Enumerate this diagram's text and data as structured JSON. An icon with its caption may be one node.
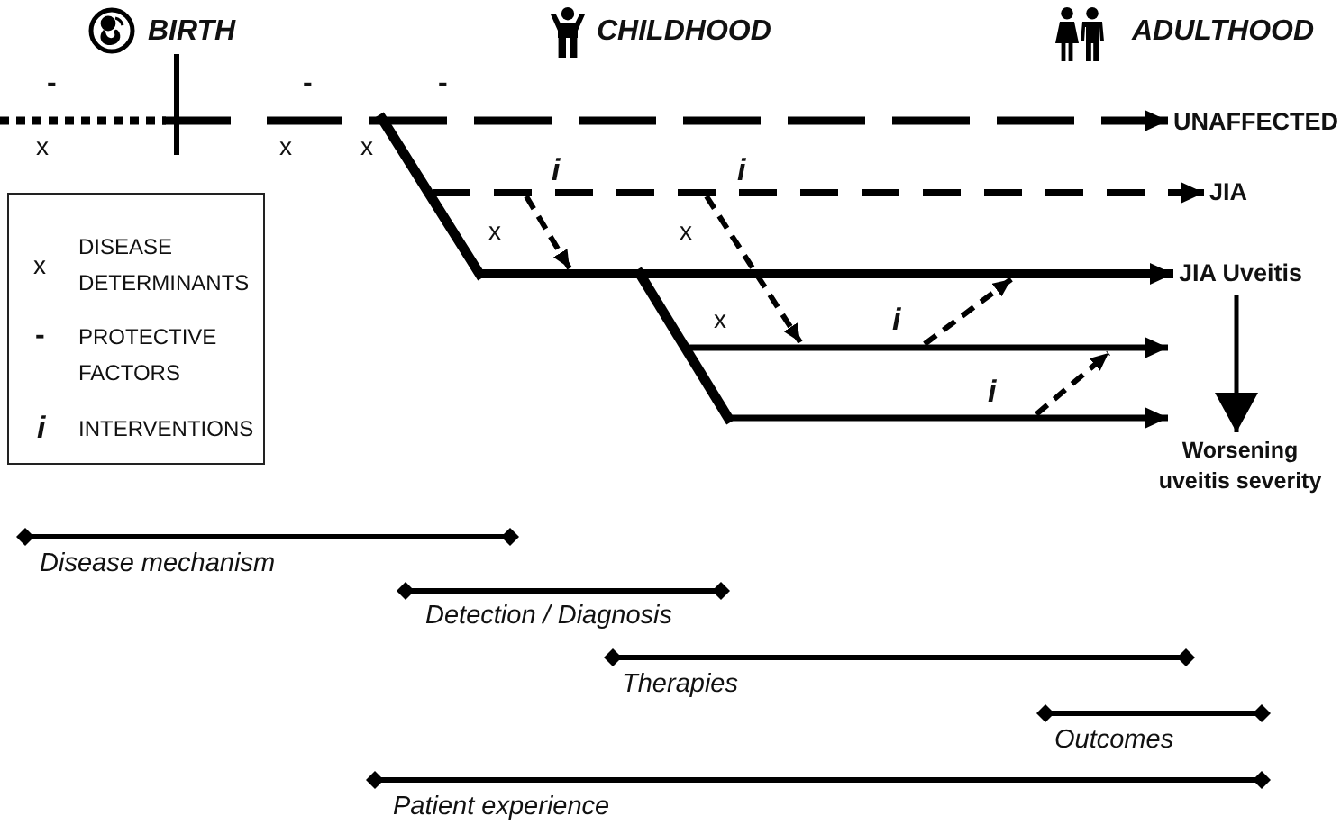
{
  "diagram": {
    "nodes": [
      {
        "text": [
          "UNAFFECTED"
        ]
      },
      {
        "text": [
          "JIA"
        ]
      },
      {
        "text": [
          "JIA Uveitis"
        ]
      },
      {
        "text": [
          "Worsening uveitis severity"
        ]
      }
    ],
    "edges": [
      {
        "from": null,
        "to": 0,
        "arrow": "to",
        "style": "dashed"
      },
      {
        "from": null,
        "to": 1,
        "arrow": "to",
        "style": "dashed"
      },
      {
        "from": null,
        "to": 2,
        "arrow": "to"
      },
      {
        "from": 2,
        "to": 3,
        "arrow": "to"
      }
    ],
    "labels": [
      "BIRTH",
      "CHILDHOOD",
      "ADULTHOOD",
      "-",
      "-",
      "-",
      "x",
      "x",
      "x",
      "i",
      "i",
      "x",
      "x",
      "x",
      "i",
      "i",
      "x",
      "-",
      "i",
      "Disease mechanism",
      "Detection / Diagnosis",
      "Therapies",
      "Outcomes",
      "Patient experience"
    ],
    "legend": [
      {
        "text": "DISEASE DETERMINANTS"
      },
      {
        "text": "PROTECTIVE FACTORS"
      },
      {
        "text": "INTERVENTIONS"
      }
    ]
  }
}
